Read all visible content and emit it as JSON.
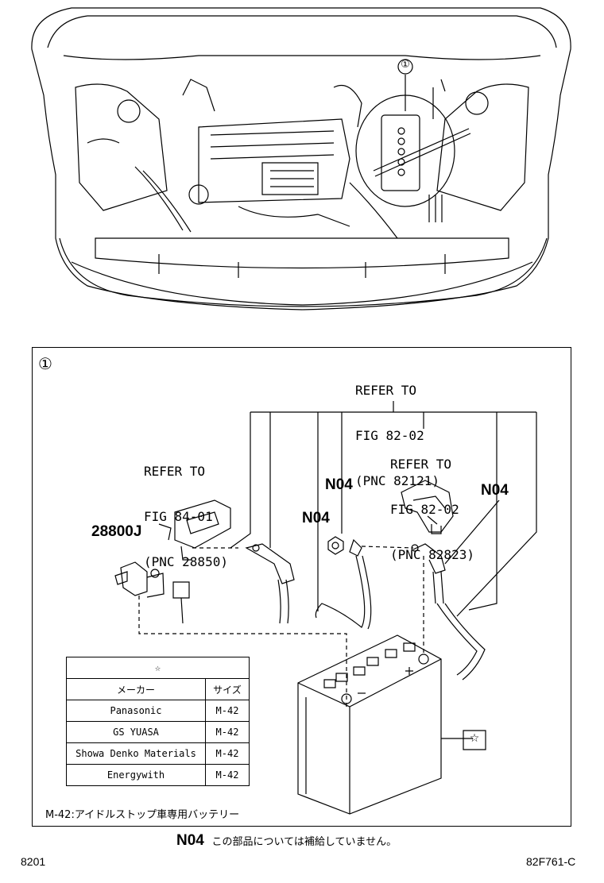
{
  "callout_marker": "①",
  "panel_marker": "①",
  "refer_fig82_top": {
    "line1": "REFER TO",
    "line2": "FIG 82-02",
    "line3": "(PNC 82121)"
  },
  "refer_fig84": {
    "line1": "REFER TO",
    "line2": "FIG 84-01",
    "line3": "(PNC 28850)"
  },
  "refer_fig82_mid": {
    "line1": "REFER TO",
    "line2": "FIG 82-02",
    "line3": "(PNC 82823)"
  },
  "part_codes": {
    "sensor": "28800J",
    "nut_left": "N04",
    "nut_upper": "N04",
    "nut_right": "N04"
  },
  "battery_marker": "☆",
  "spec_table": {
    "header_symbol": "☆",
    "col_maker": "メーカー",
    "col_size": "サイズ",
    "rows": [
      {
        "maker": "Panasonic",
        "size": "M-42"
      },
      {
        "maker": "GS YUASA",
        "size": "M-42"
      },
      {
        "maker": "Showa Denko Materials",
        "size": "M-42"
      },
      {
        "maker": "Energywith",
        "size": "M-42"
      }
    ]
  },
  "note_m42": "M-42:アイドルストップ車専用バッテリー",
  "footer_note": {
    "code": "N04",
    "text": "この部品については補給していません。"
  },
  "page_left": "8201",
  "page_right": "82F761-C"
}
